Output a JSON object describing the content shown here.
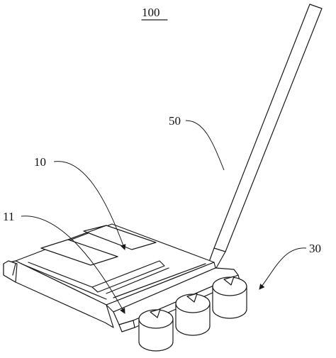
{
  "figure": {
    "number": "100",
    "callouts": {
      "handle": "50",
      "body": "10",
      "slot": "11",
      "rollers": "30"
    }
  }
}
